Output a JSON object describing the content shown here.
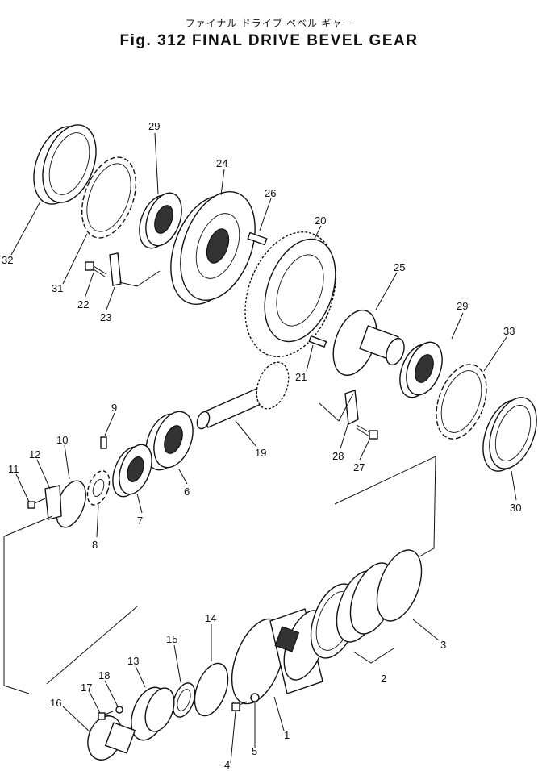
{
  "title_jp": "ファイナル ドライブ  ベベル    ギャー",
  "title_en": "Fig. 312 FINAL DRIVE BEVEL GEAR",
  "callouts": [
    "1",
    "2",
    "3",
    "4",
    "5",
    "6",
    "7",
    "8",
    "9",
    "10",
    "11",
    "12",
    "13",
    "14",
    "15",
    "16",
    "17",
    "18",
    "19",
    "20",
    "21",
    "22",
    "23",
    "24",
    "25",
    "26",
    "27",
    "28",
    "29",
    "29",
    "30",
    "31",
    "32",
    "33"
  ]
}
